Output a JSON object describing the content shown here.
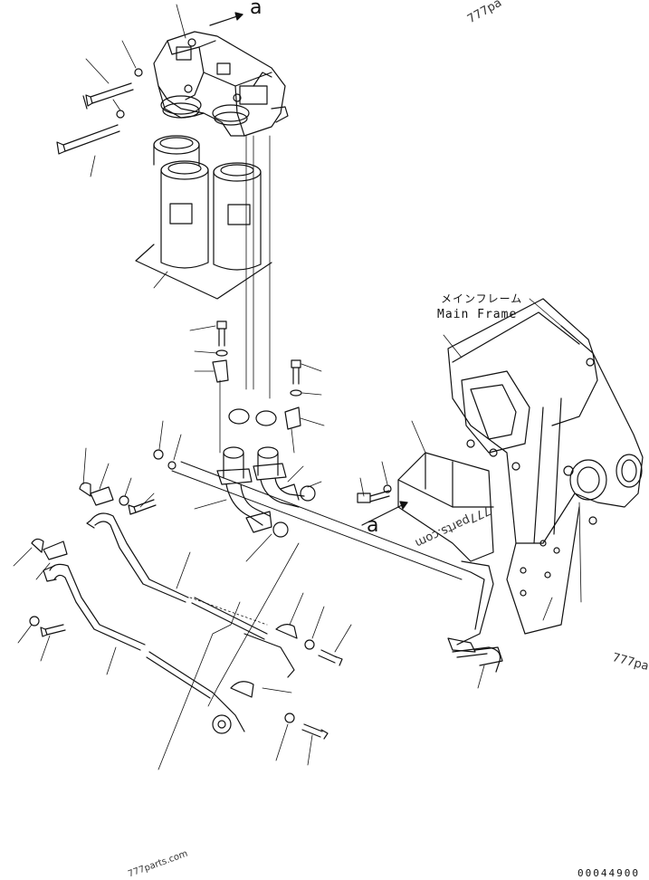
{
  "labels": {
    "main_frame_jp": "メインフレーム",
    "main_frame_en": "Main Frame",
    "ref_a_top": "a",
    "ref_a_mid": "a",
    "drawing_code": "00044900"
  },
  "watermarks": {
    "top_right": "777pa",
    "center": "777parts.com",
    "right": "777pa",
    "bottom_left": "777parts.com"
  },
  "colors": {
    "line": "#111111",
    "background": "#ffffff"
  }
}
